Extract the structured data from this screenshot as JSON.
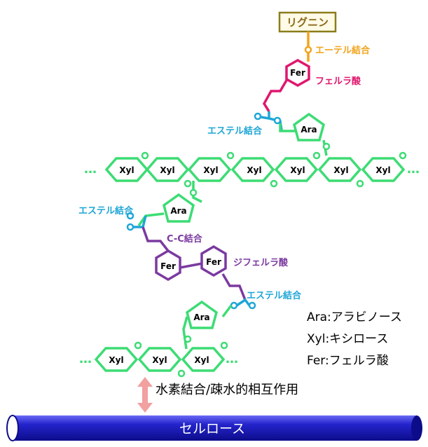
{
  "lignin": {
    "label": "リグニン",
    "border": "#8b7d1b",
    "bg": "#fffbe6",
    "text": "#8b6a1b"
  },
  "labels": {
    "ether_bond": "エーテル結合",
    "ferulic_acid": "フェルラ酸",
    "ester_bond": "エステル結合",
    "cc_bond": "C-C結合",
    "diferulic_acid": "ジフェルラ酸",
    "hydrogen_hydrophobic": "水素結合/疎水的相互作用",
    "cellulose": "セルロース"
  },
  "units": {
    "xyl": "Xyl",
    "ara": "Ara",
    "fer": "Fer"
  },
  "xylan_top": {
    "count": 7,
    "dots_left": "…",
    "dots_right": "…"
  },
  "xylan_bottom": {
    "count": 3,
    "dots_left": "…",
    "dots_right": "…"
  },
  "legend": [
    {
      "abbr": "Ara",
      "name": "アラビノース"
    },
    {
      "abbr": "Xyl",
      "name": "キシロース"
    },
    {
      "abbr": "Fer",
      "name": "フェルラ酸"
    }
  ],
  "colors": {
    "xylan": "#3ddc74",
    "ara": "#3ddc74",
    "ferulic": "#e0176e",
    "diferulic": "#7b3aa0",
    "ester": "#1ea6d6",
    "ether": "#f2a41c",
    "arrow": "#f2a0a0",
    "cellulose_dark": "#1818b0",
    "cellulose_light": "#5a5af0"
  }
}
